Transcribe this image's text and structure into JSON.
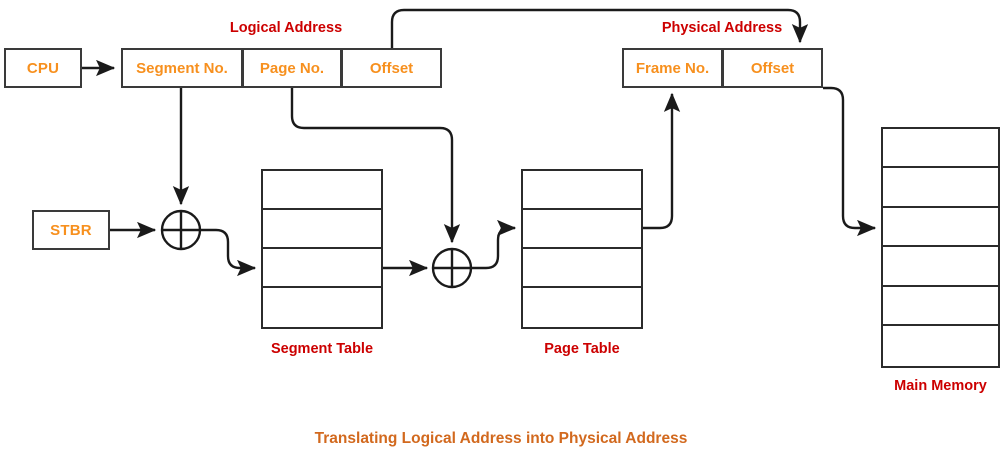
{
  "diagram": {
    "caption": "Translating Logical Address into Physical Address",
    "colors": {
      "box_text": "#F7901E",
      "label_text": "#CC0000",
      "caption_text": "#D2691E",
      "stroke": "#2b2b2b",
      "background": "#ffffff"
    }
  },
  "labels": {
    "logical_address": "Logical Address",
    "physical_address": "Physical Address",
    "segment_table": "Segment Table",
    "page_table": "Page Table",
    "main_memory": "Main Memory"
  },
  "boxes": {
    "cpu": "CPU",
    "stbr": "STBR"
  },
  "logical_address_fields": [
    {
      "label": "Segment No."
    },
    {
      "label": "Page No."
    },
    {
      "label": "Offset"
    }
  ],
  "physical_address_fields": [
    {
      "label": "Frame No."
    },
    {
      "label": "Offset"
    }
  ],
  "tables": {
    "segment_table": {
      "rows": 4,
      "title": "Segment Table"
    },
    "page_table": {
      "rows": 4,
      "title": "Page Table"
    },
    "main_memory": {
      "rows": 6,
      "title": "Main Memory"
    }
  },
  "adders": [
    {
      "name": "segment-table-adder"
    },
    {
      "name": "page-table-adder"
    }
  ]
}
